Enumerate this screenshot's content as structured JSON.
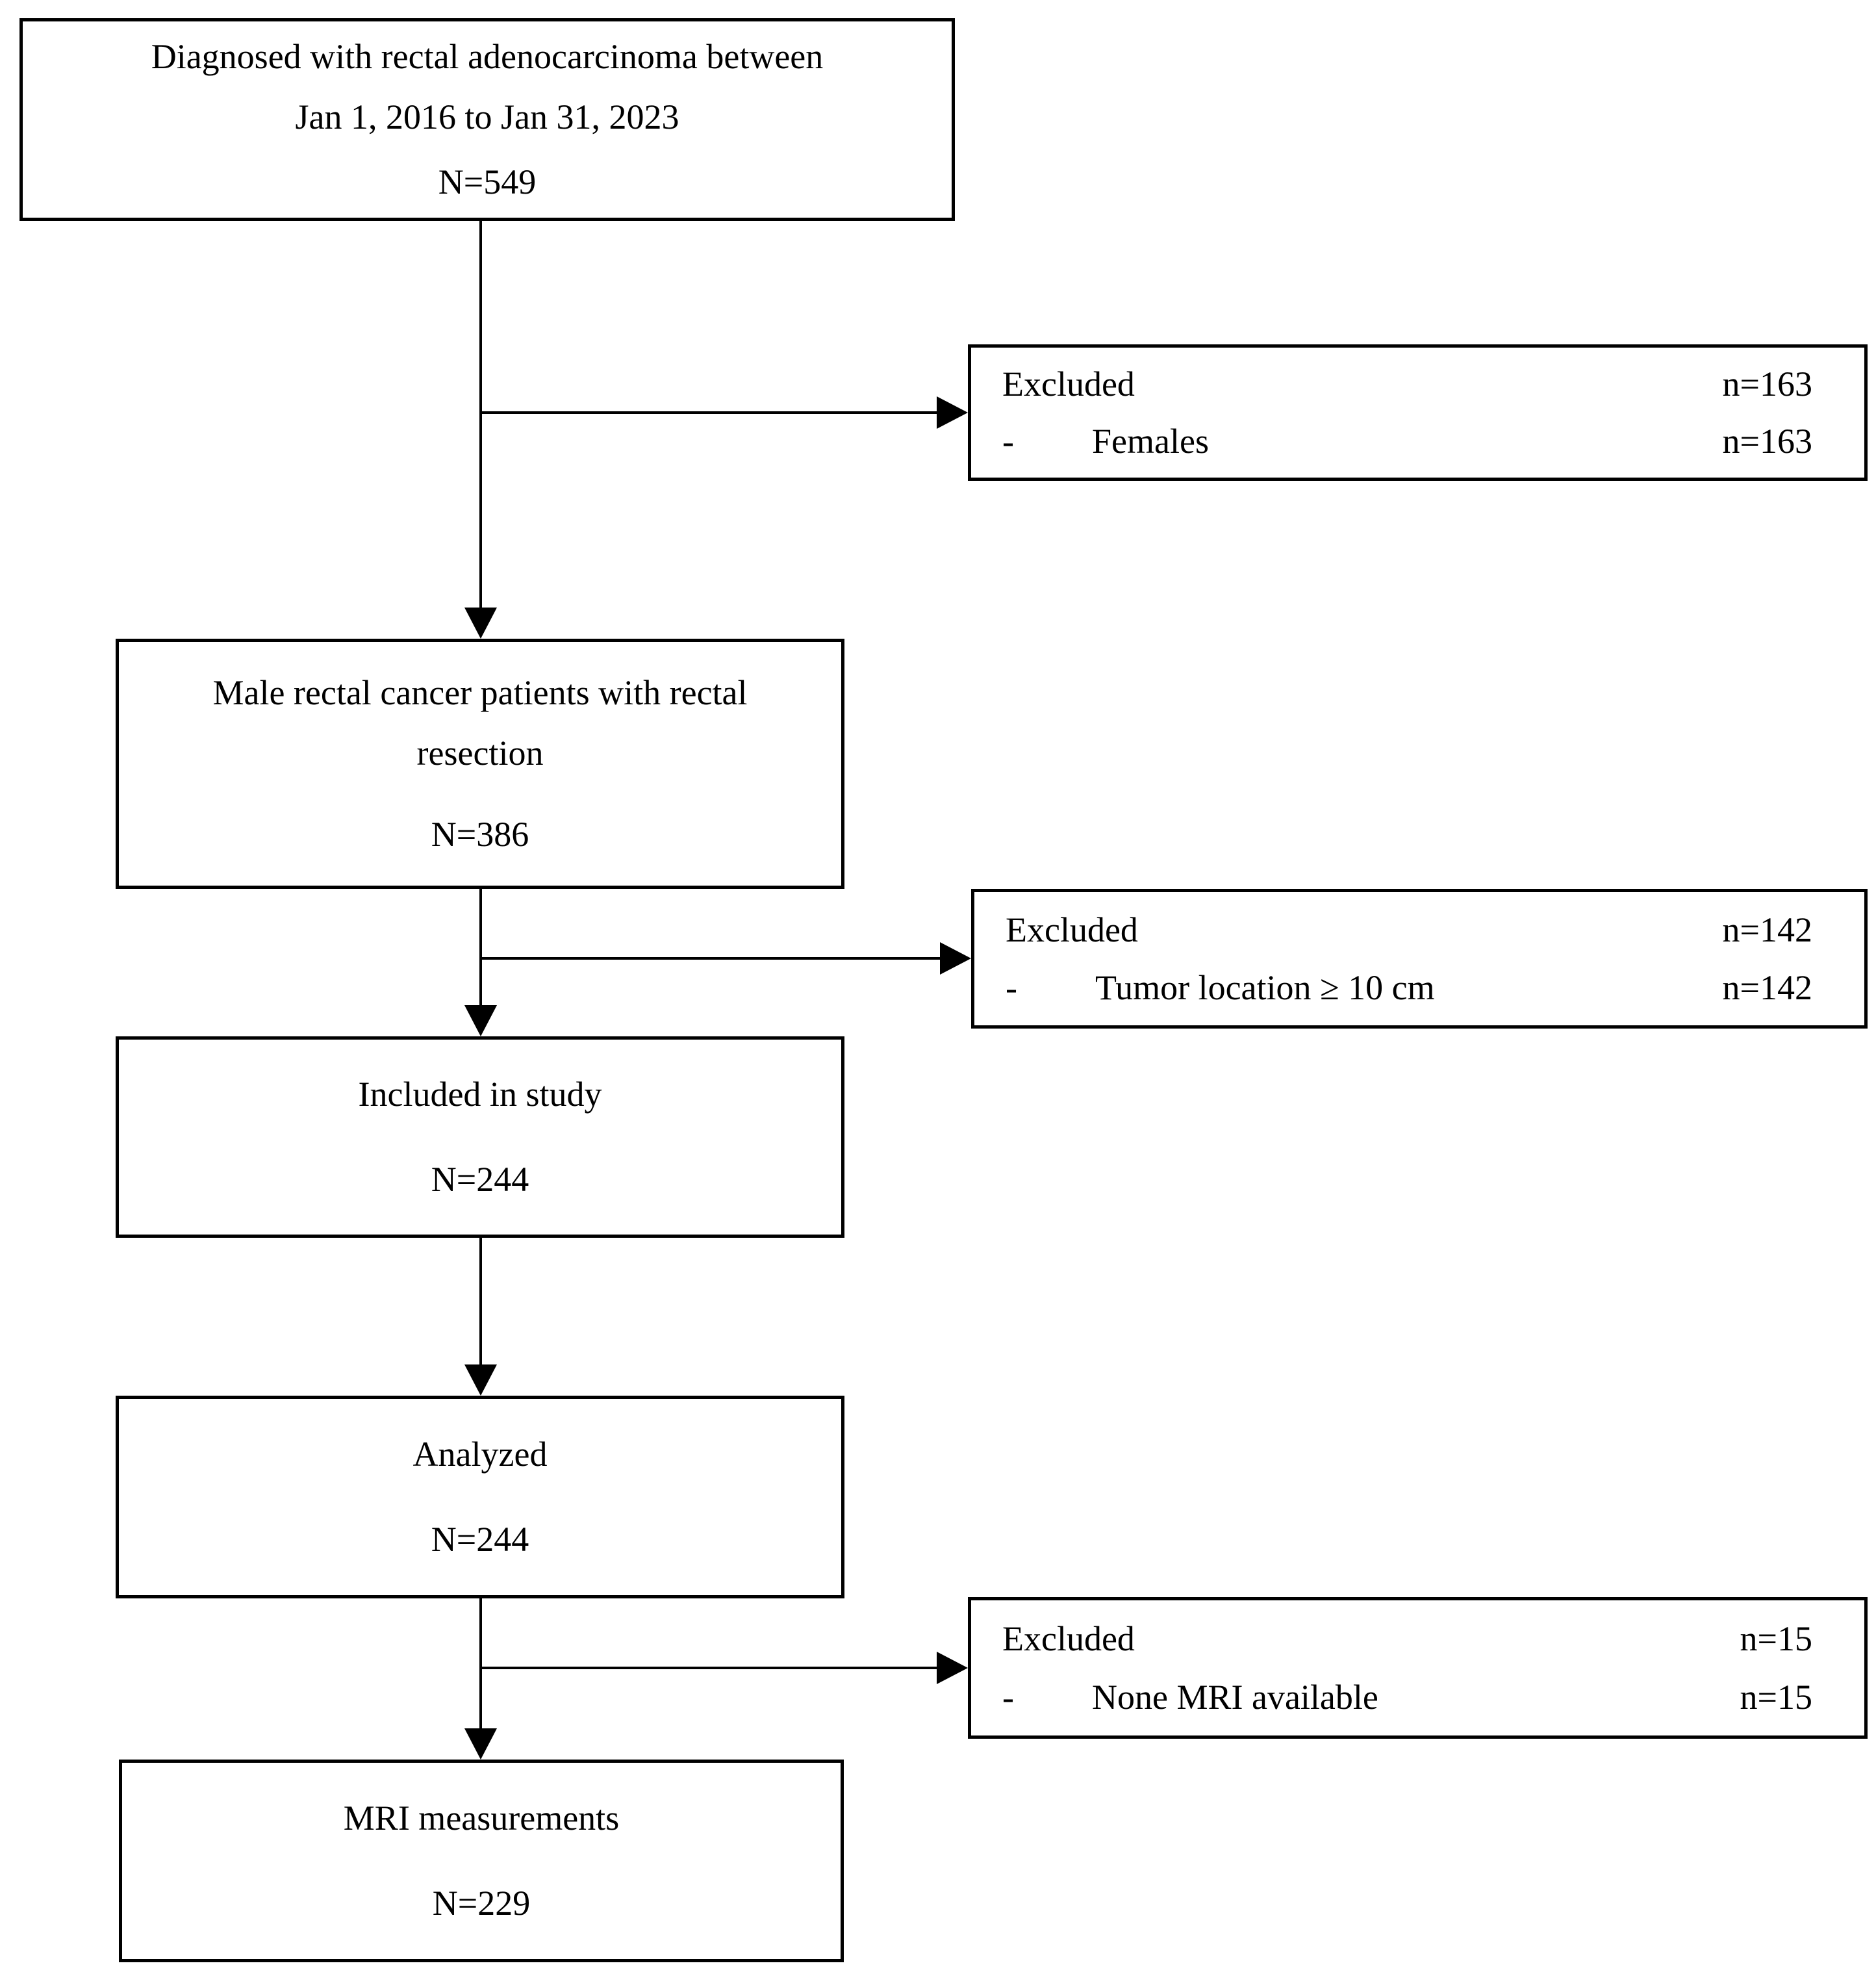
{
  "diagram": {
    "boxes": [
      {
        "title_lines": [
          "Diagnosed with rectal adenocarcinoma between",
          "Jan 1, 2016 to Jan 31, 2023"
        ],
        "count": "N=549"
      },
      {
        "title_lines": [
          "Male rectal cancer patients with rectal",
          "resection"
        ],
        "count": "N=386"
      },
      {
        "title_lines": [
          "Included in study"
        ],
        "count": "N=244"
      },
      {
        "title_lines": [
          "Analyzed"
        ],
        "count": "N=244"
      },
      {
        "title_lines": [
          "MRI measurements"
        ],
        "count": "N=229"
      }
    ],
    "exclusions": [
      {
        "title": "Excluded",
        "title_count": "n=163",
        "bullet": "-",
        "reason": "Females",
        "reason_count": "n=163"
      },
      {
        "title": "Excluded",
        "title_count": "n=142",
        "bullet": "-",
        "reason": "Tumor location ≥ 10 cm",
        "reason_count": "n=142"
      },
      {
        "title": "Excluded",
        "title_count": "n=15",
        "bullet": "-",
        "reason": "None MRI available",
        "reason_count": "n=15"
      }
    ],
    "colors": {
      "line": "#000000",
      "background": "#ffffff",
      "text": "#000000"
    }
  }
}
